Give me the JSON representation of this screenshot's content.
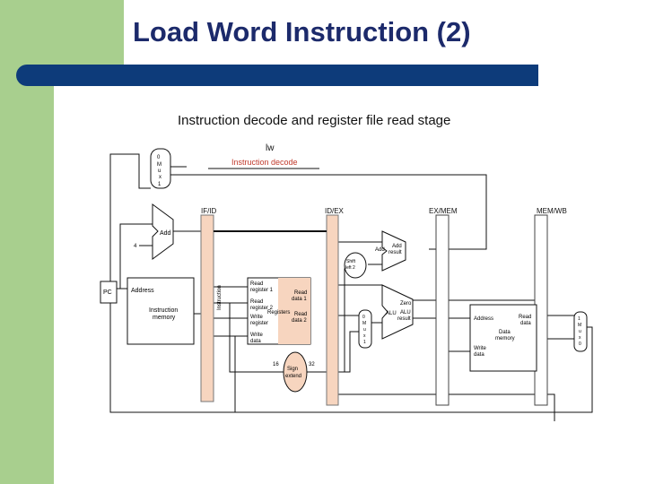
{
  "slide": {
    "title": "Load Word Instruction (2)",
    "subtitle": "Instruction decode and register file read stage"
  },
  "diagram": {
    "stage_label": "lw",
    "stage_name": "Instruction decode",
    "pipeline_registers": [
      "IF/ID",
      "ID/EX",
      "EX/MEM",
      "MEM/WB"
    ],
    "mux_labels": [
      "M",
      "u",
      "x"
    ],
    "top_mux": {
      "in0": "0",
      "in1": "1"
    },
    "pc": "PC",
    "instruction_memory": {
      "address": "Address",
      "name_line1": "Instruction",
      "name_line2": "memory"
    },
    "instruction_label": "Instruction",
    "add_unit": "Add",
    "const_four": "4",
    "register_file": {
      "read_register_1": [
        "Read",
        "register 1"
      ],
      "read_register_2": [
        "Read",
        "register 2"
      ],
      "write_register": [
        "Write",
        "register"
      ],
      "write_data": [
        "Write",
        "data"
      ],
      "read_data_1": [
        "Read",
        "data 1"
      ],
      "read_data_2": [
        "Read",
        "data 2"
      ],
      "name": "Registers"
    },
    "adder2": {
      "in": "Add",
      "out_line1": "Add",
      "out_line2": "result"
    },
    "shift": {
      "line1": "Shift",
      "line2": "left 2"
    },
    "alu_mux": {
      "in0": "0",
      "in1": "1"
    },
    "alu": {
      "name": "ALU",
      "zero": "Zero",
      "result_line1": "ALU",
      "result_line2": "result"
    },
    "data_memory": {
      "address": "Address",
      "read_data": [
        "Read",
        "data"
      ],
      "name": [
        "Data",
        "memory"
      ],
      "write_data": [
        "Write",
        "data"
      ]
    },
    "wb_mux": {
      "in0": "1",
      "in1": "0"
    },
    "sign_extend": {
      "line1": "Sign",
      "line2": "extend",
      "in_width": "16",
      "out_width": "32"
    },
    "colors": {
      "highlight": "#f7d5bf",
      "wire": "#111111",
      "text_highlight": "#c0392b"
    }
  }
}
